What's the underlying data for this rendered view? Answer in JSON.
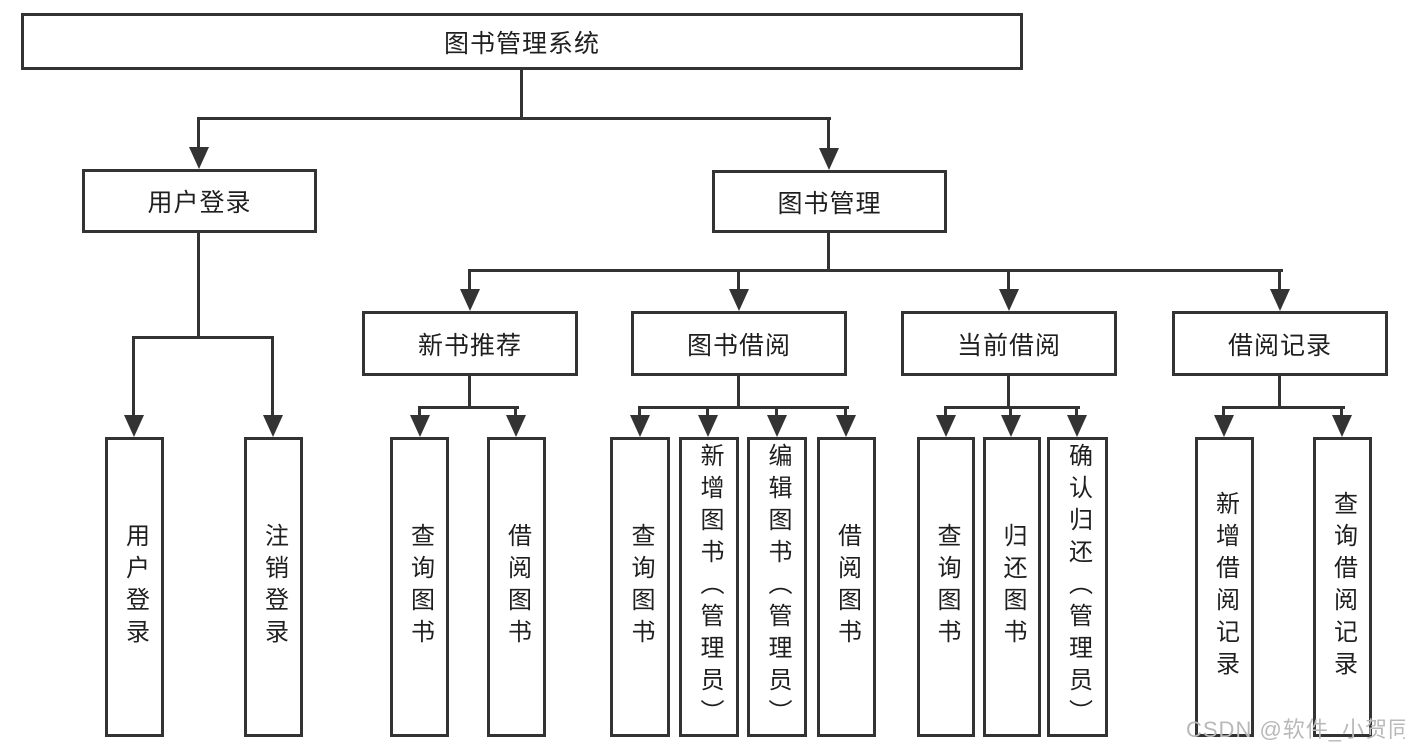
{
  "diagram": {
    "title": "图书管理系统",
    "root": {
      "label": "图书管理系统"
    },
    "branches": [
      {
        "label": "用户登录",
        "children": [
          {
            "label": "用户登录"
          },
          {
            "label": "注销登录"
          }
        ]
      },
      {
        "label": "图书管理",
        "children": [
          {
            "label": "新书推荐",
            "children": [
              {
                "label": "查询图书"
              },
              {
                "label": "借阅图书"
              }
            ]
          },
          {
            "label": "图书借阅",
            "children": [
              {
                "label": "查询图书"
              },
              {
                "label": "新增图书（管理员）"
              },
              {
                "label": "编辑图书（管理员）"
              },
              {
                "label": "借阅图书"
              }
            ]
          },
          {
            "label": "当前借阅",
            "children": [
              {
                "label": "查询图书"
              },
              {
                "label": "归还图书"
              },
              {
                "label": "确认归还（管理员）"
              }
            ]
          },
          {
            "label": "借阅记录",
            "children": [
              {
                "label": "新增借阅记录"
              },
              {
                "label": "查询借阅记录"
              }
            ]
          }
        ]
      }
    ]
  },
  "watermark": {
    "text": "CSDN @软件_小贺同学"
  },
  "colors": {
    "background": "#ffffff",
    "line": "#333333",
    "text": "#1f1f1f",
    "watermark": "#b9b9b9"
  }
}
